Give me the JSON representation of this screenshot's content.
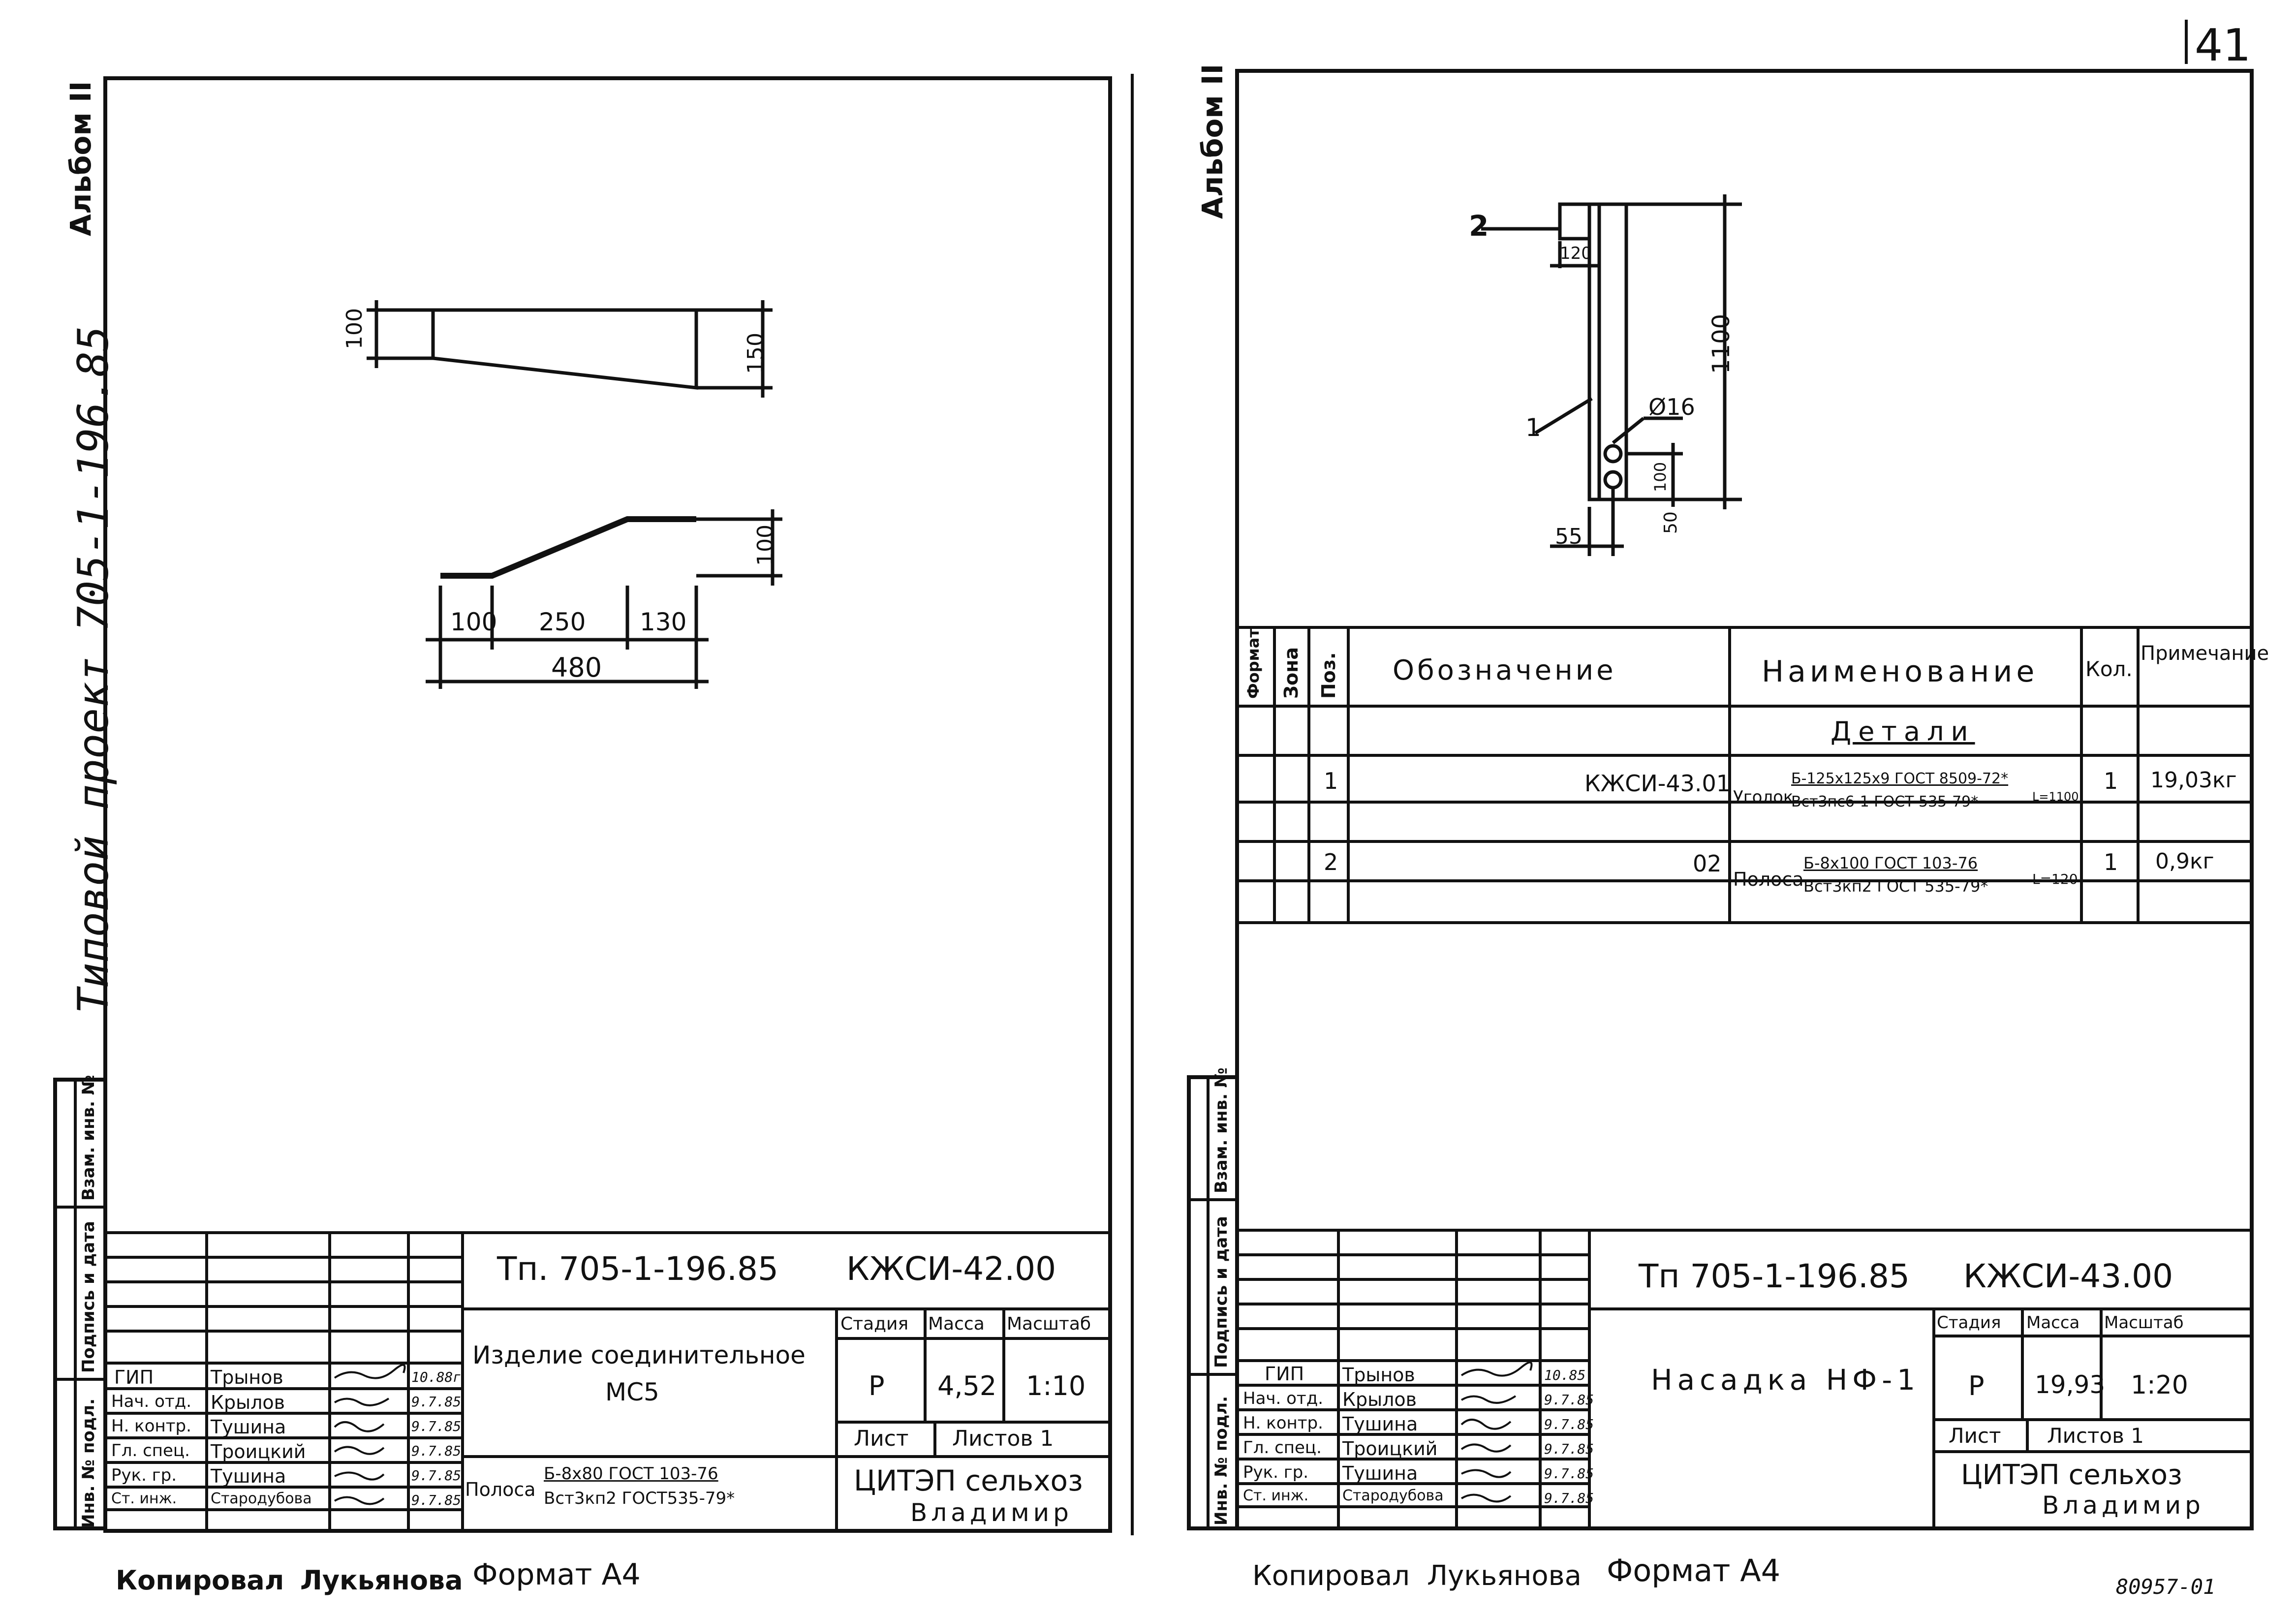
{
  "page_number": "41",
  "left": {
    "album": "Альбом II",
    "project_vertical": "Типовой проект 705-1-196.85",
    "stamp_labels": [
      "Инв. № подл.",
      "Подпись и дата",
      "Взам. инв. №"
    ],
    "dims": {
      "h_left": "100",
      "h_right": "150",
      "h2": "100",
      "d1": "100",
      "d2": "250",
      "d3": "130",
      "total": "480"
    },
    "title_block": {
      "project": "Тп. 705-1-196.85",
      "code": "КЖСИ-42.00",
      "name_line1": "Изделие соединительное",
      "name_line2": "МС5",
      "stadia_h": "Стадия",
      "massa_h": "Масса",
      "masshtab_h": "Масштаб",
      "stadia": "Р",
      "massa": "4,52",
      "masshtab": "1:10",
      "list": "Лист",
      "listov": "Листов 1",
      "material_prefix": "Полоса",
      "material_top": "Б-8х80 ГОСТ 103-76",
      "material_bottom": "Вст3кп2 ГОСТ535-79*",
      "org1": "ЦИТЭП сельхоз",
      "org2": "Владимир",
      "roles": [
        "ГИП",
        "Нач. отд.",
        "Н. контр.",
        "Гл. спец.",
        "Рук. гр.",
        "Ст. инж."
      ],
      "names": [
        "Трынов",
        "Крылов",
        "Тушина",
        "Троицкий",
        "Тушина",
        "Стародубова"
      ],
      "dates": [
        "10.88г",
        "9.7.85",
        "9.7.85",
        "9.7.85",
        "9.7.85",
        "9.7.85"
      ]
    },
    "footer": {
      "copied": "Копировал",
      "copier": "Лукьянова",
      "format": "Формат А4"
    }
  },
  "right": {
    "album": "Альбом II",
    "stamp_labels": [
      "Инв. № подл.",
      "Подпись и дата",
      "Взам. инв. №"
    ],
    "dims": {
      "pos2": "2",
      "w120": "120",
      "h1100": "1100",
      "pos1": "1",
      "dia": "Ø16",
      "d100": "100",
      "d50": "50",
      "d55": "55"
    },
    "spec": {
      "headers": [
        "Формат",
        "Зона",
        "Поз.",
        "Обозначение",
        "Наименование",
        "Кол.",
        "Примечание"
      ],
      "section": "Детали",
      "rows": [
        {
          "pos": "1",
          "code": "КЖСИ-43.01",
          "prefix": "Уголок",
          "top": "Б-125х125х9 ГОСТ 8509-72*",
          "bottom": "Вст3пс6-1 ГОСТ 535-79*",
          "length": "L=1100",
          "qty": "1",
          "note": "19,03кг"
        },
        {
          "pos": "2",
          "code": "02",
          "prefix": "Полоса",
          "top": "Б-8х100 ГОСТ 103-76",
          "bottom": "Вст3кп2 ГОСТ 535-79*",
          "length": "L=120",
          "qty": "1",
          "note": "0,9кг"
        }
      ]
    },
    "title_block": {
      "project": "Тп 705-1-196.85",
      "code": "КЖСИ-43.00",
      "name": "Насадка НФ-1",
      "stadia_h": "Стадия",
      "massa_h": "Масса",
      "masshtab_h": "Масштаб",
      "stadia": "Р",
      "massa": "19,93",
      "masshtab": "1:20",
      "list": "Лист",
      "listov": "Листов 1",
      "org1": "ЦИТЭП сельхоз",
      "org2": "Владимир",
      "roles": [
        "ГИП",
        "Нач. отд.",
        "Н. контр.",
        "Гл. спец.",
        "Рук. гр.",
        "Ст. инж."
      ],
      "names": [
        "Трынов",
        "Крылов",
        "Тушина",
        "Троицкий",
        "Тушина",
        "Стародубова"
      ],
      "dates": [
        "10.85",
        "9.7.85",
        "9.7.85",
        "9.7.85",
        "9.7.85",
        "9.7.85"
      ]
    },
    "footer": {
      "copied": "Копировал",
      "copier": "Лукьянова",
      "format": "Формат А4"
    },
    "stamp_number": "80957-01"
  }
}
